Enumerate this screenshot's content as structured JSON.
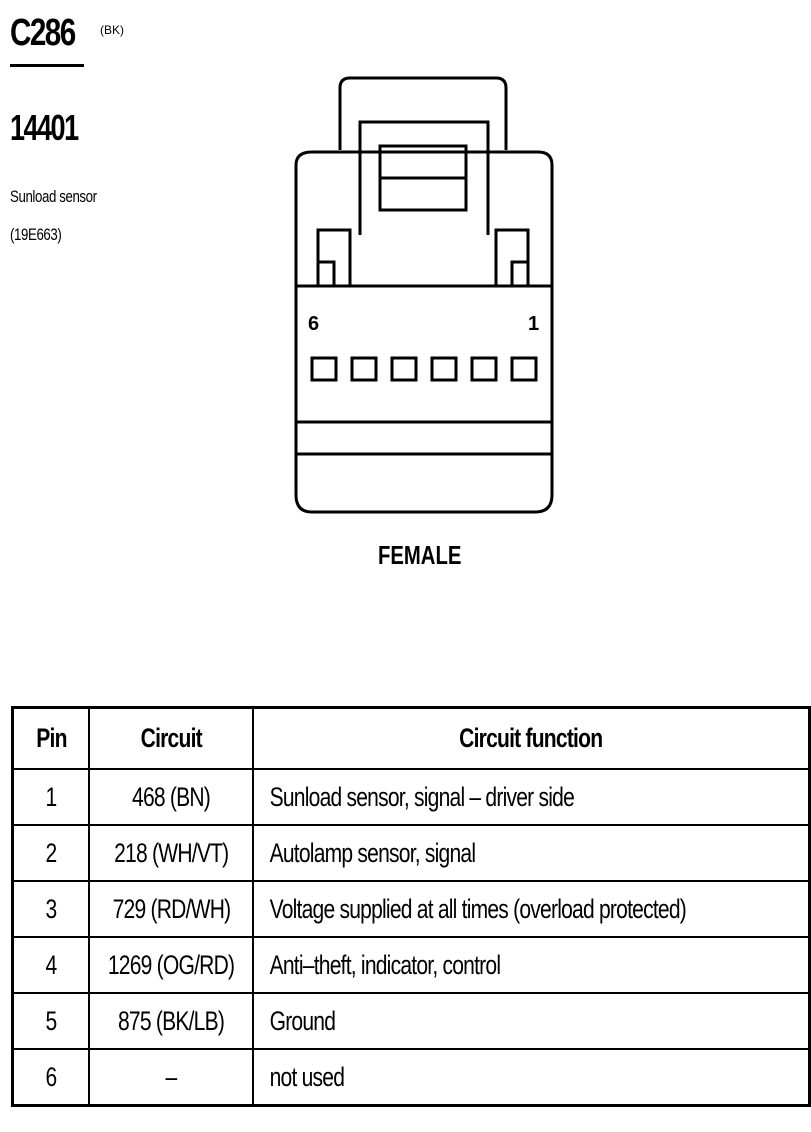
{
  "header": {
    "connector_id": "C286",
    "connector_color": "(BK)",
    "part_number": "14401",
    "description_line1": "Sunload sensor",
    "description_line2": "(19E663)"
  },
  "connector": {
    "gender": "FEMALE",
    "pin_label_left": "6",
    "pin_label_right": "1",
    "pin_count": 6
  },
  "table": {
    "headers": {
      "pin": "Pin",
      "circuit": "Circuit",
      "function": "Circuit function"
    },
    "rows": [
      {
        "pin": "1",
        "circuit": "468 (BN)",
        "function": "Sunload sensor, signal – driver side"
      },
      {
        "pin": "2",
        "circuit": "218 (WH/VT)",
        "function": "Autolamp sensor, signal"
      },
      {
        "pin": "3",
        "circuit": "729 (RD/WH)",
        "function": "Voltage supplied at all times (overload protected)"
      },
      {
        "pin": "4",
        "circuit": "1269 (OG/RD)",
        "function": "Anti–theft, indicator, control"
      },
      {
        "pin": "5",
        "circuit": "875 (BK/LB)",
        "function": "Ground"
      },
      {
        "pin": "6",
        "circuit": "–",
        "function": "not used"
      }
    ]
  }
}
